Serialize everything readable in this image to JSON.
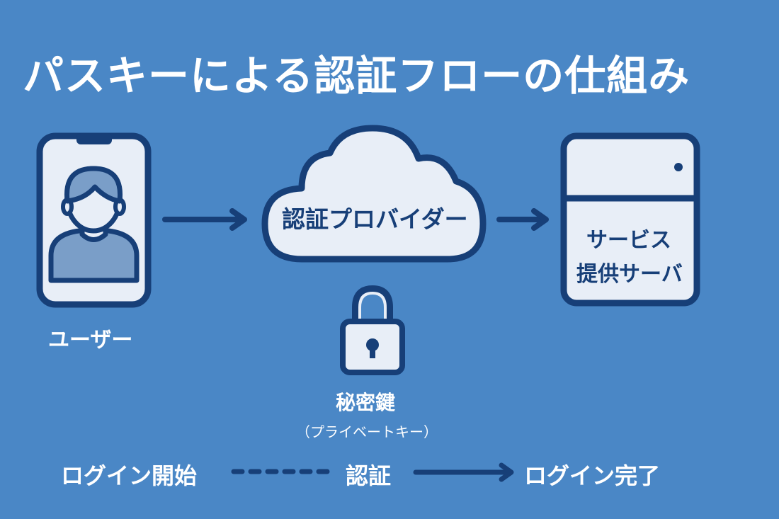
{
  "title": "パスキーによる認証フローの仕組み",
  "colors": {
    "background": "#4a87c6",
    "navy": "#173f78",
    "light_fill": "#e8eef7",
    "avatar_fill": "#7a9ec8",
    "text_white": "#ffffff"
  },
  "nodes": {
    "user": {
      "label": "ユーザー",
      "icon": "smartphone-user-icon"
    },
    "provider": {
      "label": "認証プロバイダー",
      "icon": "cloud-icon"
    },
    "server": {
      "label_line1": "サービス",
      "label_line2": "提供サーバ",
      "icon": "server-icon"
    },
    "private_key": {
      "label": "秘密鍵",
      "sublabel": "（プライベートキー）",
      "icon": "lock-icon"
    }
  },
  "flow": {
    "steps": [
      "ログイン開始",
      "認証",
      "ログイン完了"
    ],
    "connectors": [
      "dashed-line",
      "arrow"
    ]
  }
}
